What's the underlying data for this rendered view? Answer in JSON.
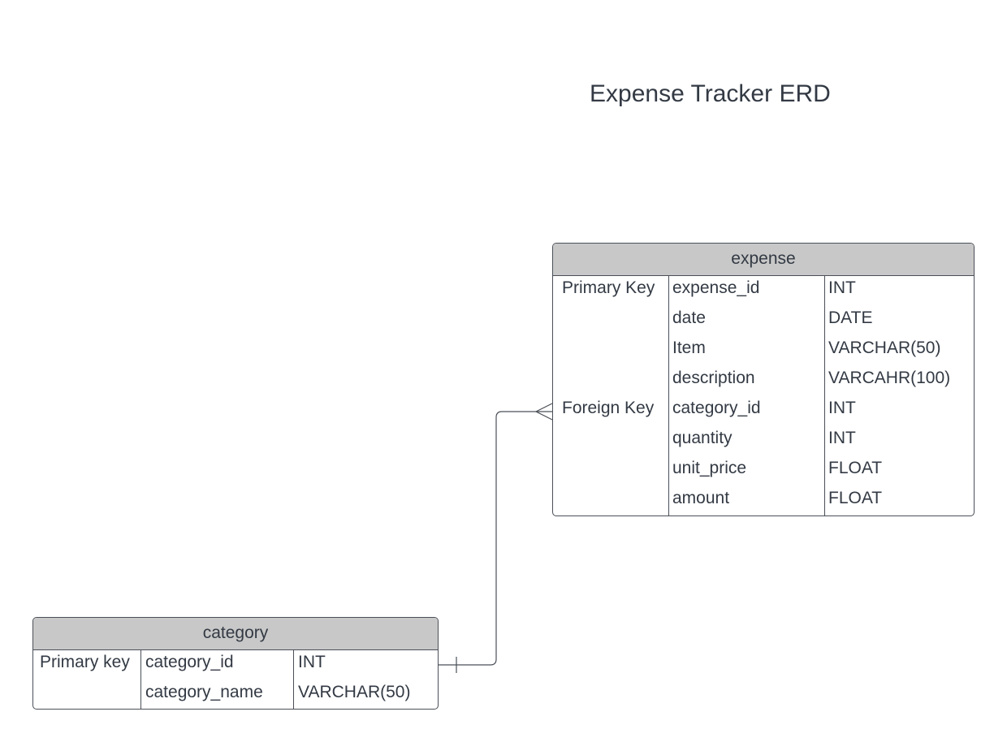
{
  "diagram": {
    "title": "Expense Tracker ERD"
  },
  "expense": {
    "name": "expense",
    "rows": [
      {
        "key": "Primary Key",
        "column": "expense_id",
        "type": "INT"
      },
      {
        "key": "",
        "column": "date",
        "type": "DATE"
      },
      {
        "key": "",
        "column": "Item",
        "type": "VARCHAR(50)"
      },
      {
        "key": "",
        "column": "description",
        "type": "VARCAHR(100)"
      },
      {
        "key": "Foreign Key",
        "column": "category_id",
        "type": "INT"
      },
      {
        "key": "",
        "column": "quantity",
        "type": "INT"
      },
      {
        "key": "",
        "column": "unit_price",
        "type": "FLOAT"
      },
      {
        "key": "",
        "column": "amount",
        "type": "FLOAT"
      }
    ]
  },
  "category": {
    "name": "category",
    "rows": [
      {
        "key": "Primary key",
        "column": "category_id",
        "type": "INT"
      },
      {
        "key": "",
        "column": "category_name",
        "type": "VARCHAR(50)"
      }
    ]
  },
  "relationship": {
    "from": "category.category_id",
    "to": "expense.category_id",
    "from_cardinality": "one",
    "to_cardinality": "many"
  },
  "colors": {
    "header_fill": "#c8c8c8",
    "border": "#4a4f57",
    "text": "#333a44"
  }
}
